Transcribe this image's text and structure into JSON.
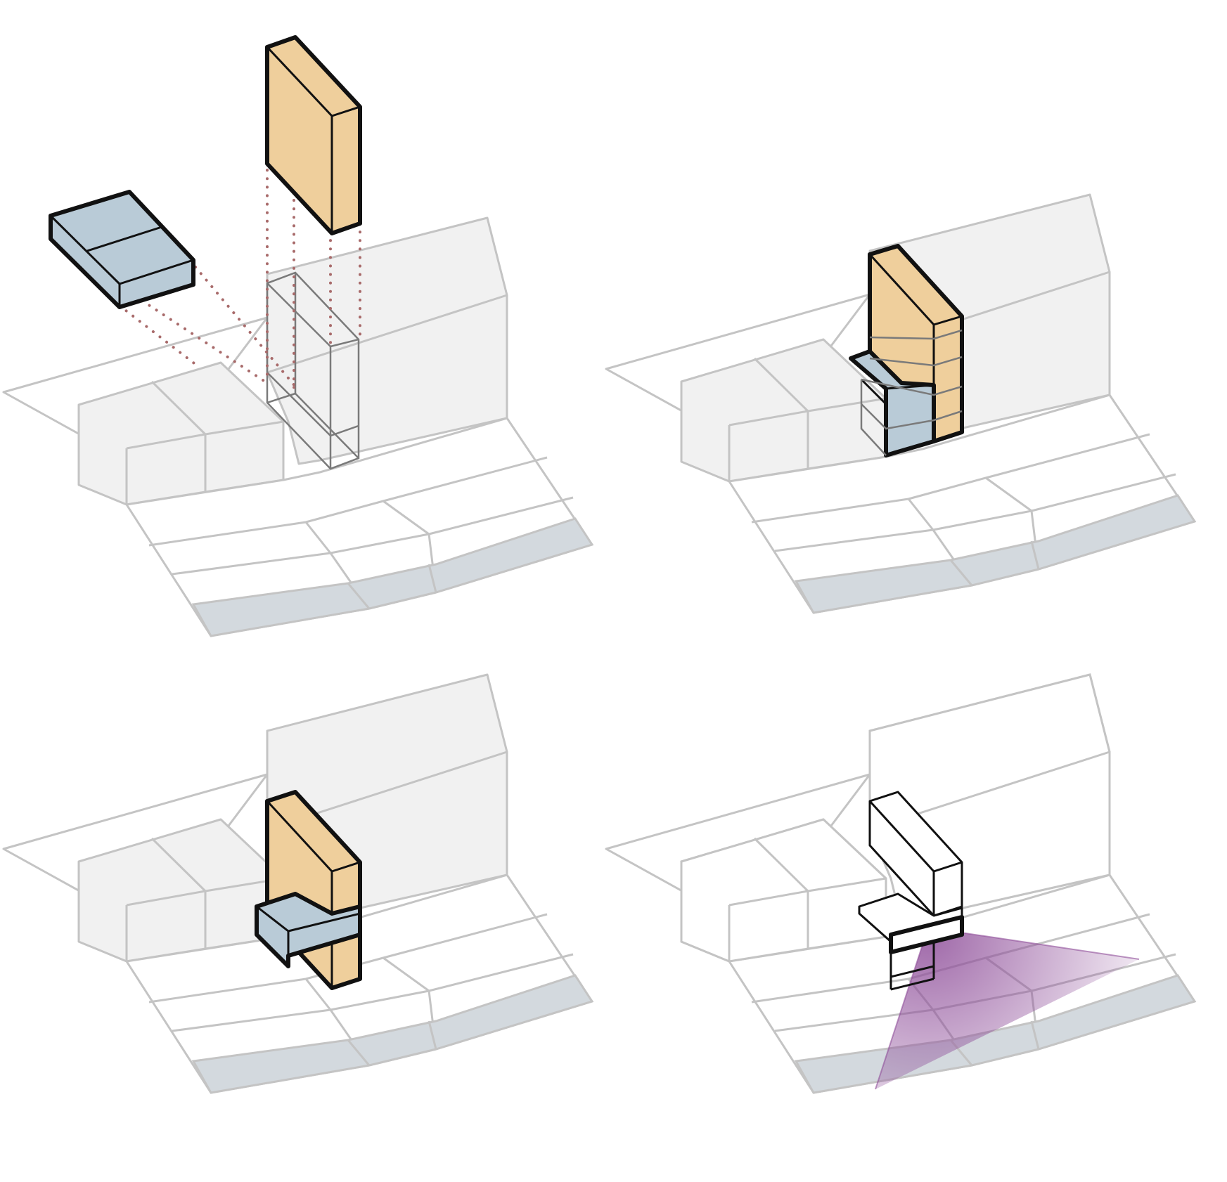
{
  "colors": {
    "tower": "#efcf9c",
    "podium": "#b9cbd7",
    "context": "#f1f1f1",
    "road_band": "#d3d9de",
    "site_line": "#c4c4c4",
    "outline": "#111111",
    "projection_dots": "#a86a6a",
    "view_cone": "#8f4f9a"
  },
  "icons": [
    "tower-volume-icon",
    "podium-volume-icon",
    "view-cone-icon"
  ],
  "panels": [
    {
      "id": "panel-exploded-volumes",
      "step": 1
    },
    {
      "id": "panel-volumes-placed",
      "step": 2
    },
    {
      "id": "panel-cantilever",
      "step": 3
    },
    {
      "id": "panel-view-cone",
      "step": 4
    }
  ]
}
